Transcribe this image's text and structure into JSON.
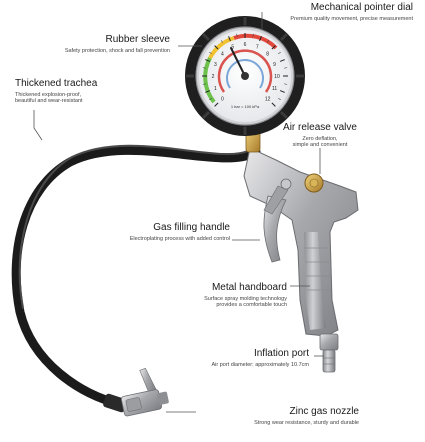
{
  "callouts": {
    "mechanical_pointer_dial": {
      "title": "Mechanical pointer dial",
      "subtitle": "Premium quality movement, precise measurement"
    },
    "rubber_sleeve": {
      "title": "Rubber sleeve",
      "subtitle": "Safety protection, shock and fall prevention"
    },
    "thickened_trachea": {
      "title": "Thickened trachea",
      "subtitle_line1": "Thickened explosion-proof,",
      "subtitle_line2": "beautiful and wear-resistant"
    },
    "air_release_valve": {
      "title": "Air release valve",
      "subtitle_line1": "Zero deflation,",
      "subtitle_line2": "simple and convenient"
    },
    "gas_filling_handle": {
      "title": "Gas filling handle",
      "subtitle": "Electroplating process with added control"
    },
    "metal_handboard": {
      "title": "Metal handboard",
      "subtitle_line1": "Surface spray molding technology",
      "subtitle_line2": "provides a comfortable touch"
    },
    "inflation_port": {
      "title": "Inflation port",
      "subtitle": "Air port diameter: approximately 10.7cm"
    },
    "zinc_gas_nozzle": {
      "title": "Zinc gas nozzle",
      "subtitle": "Strong wear resistance, sturdy and durable"
    }
  },
  "gauge": {
    "unit_text": "1 bar = 100 kPa",
    "ticks": [
      "0",
      "1",
      "2",
      "3",
      "4",
      "5",
      "6",
      "7",
      "8",
      "9",
      "10",
      "11",
      "12"
    ]
  },
  "colors": {
    "rubber": "#222222",
    "metal": "#b9b9bb",
    "brass": "#c89a3c",
    "hose": "#1b1b1b",
    "leader": "#555555"
  }
}
